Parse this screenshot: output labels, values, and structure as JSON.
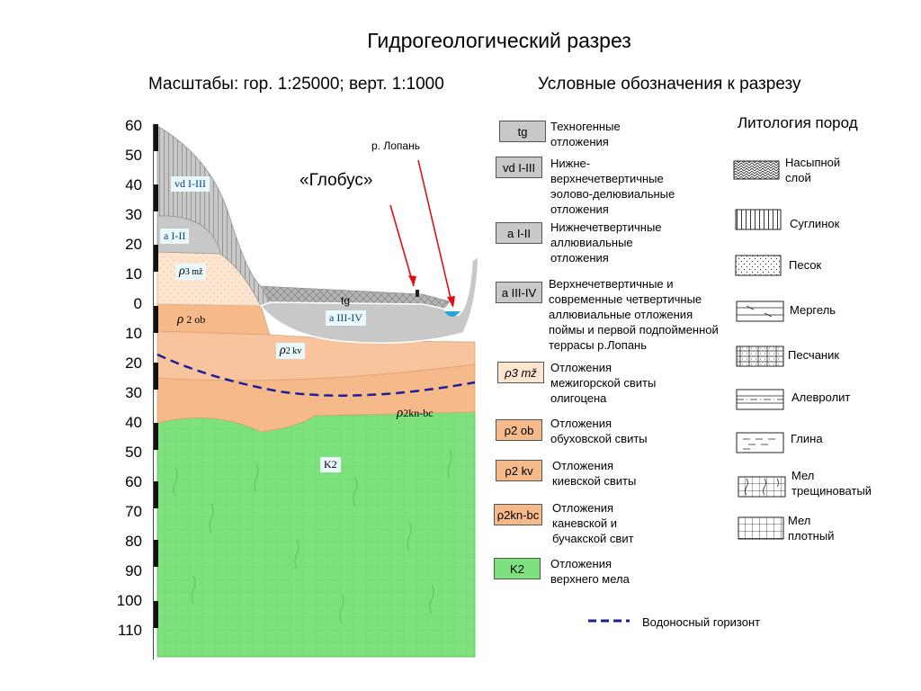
{
  "title": "Гидрогеологический  разрез",
  "scale": "Масштабы: гор. 1:25000; верт. 1:1000",
  "legend_title": "Условные обозначения к разрезу",
  "lithology_title": "Литология пород",
  "axis": {
    "ticks": [
      "60",
      "50",
      "40",
      "30",
      "20",
      "10",
      "0",
      "10",
      "20",
      "30",
      "40",
      "50",
      "60",
      "70",
      "80",
      "90",
      "100",
      "110"
    ]
  },
  "section": {
    "globus": "«Глобус»",
    "river": "р. Лопань",
    "labels": {
      "vd": "vd I-III",
      "a12": "a I-II",
      "p3mz_sym": "ρ",
      "p3mz_txt": "3 mž",
      "p2ob_sym": "ρ",
      "p2ob_txt": " 2 ob",
      "tg": "tg",
      "a34": "a III-IV",
      "p2kv_sym": "ρ",
      "p2kv_txt": "2 kv",
      "p2knbc_sym": "ρ",
      "p2knbc_txt": "2kn-bc",
      "k2": "K2"
    }
  },
  "legend": [
    {
      "code": "tg",
      "color": "#c8c8c8",
      "text": [
        "Техногенные",
        "отложения"
      ]
    },
    {
      "code": "vd I-III",
      "color": "#c8c8c8",
      "text": [
        "Нижне-",
        "верхнечетвертичные",
        "эолово-делювиальные",
        "отложения"
      ]
    },
    {
      "code": "a I-II",
      "color": "#c8c8c8",
      "text": [
        "Нижнечетвертичные",
        "аллювиальные",
        "отложения"
      ]
    },
    {
      "code": "a III-IV",
      "color": "#c8c8c8",
      "text": [
        "Верхнечетвертичные и",
        "современные четвертичные",
        "аллювиальные отложения",
        "поймы и первой подпойменной",
        "террасы  р.Лопань"
      ]
    },
    {
      "code": "ρ3 mž",
      "color": "#fde5d0",
      "text": [
        "Отложения",
        "межигорской свиты",
        "олигоцена"
      ]
    },
    {
      "code": "ρ2 ob",
      "color": "#f5b98a",
      "text": [
        "Отложения",
        "обуховской свиты"
      ]
    },
    {
      "code": "ρ2 kv",
      "color": "#f5b98a",
      "text": [
        "Отложения",
        "киевской свиты"
      ]
    },
    {
      "code": "ρ2kn-bc",
      "color": "#f5b98a",
      "text": [
        "Отложения",
        "каневской и",
        "бучакской свит"
      ]
    },
    {
      "code": "K2",
      "color": "#7de27d",
      "text": [
        "Отложения",
        "верхнего мела"
      ]
    }
  ],
  "aquifer_legend": "Водоносный горизонт",
  "lithology": [
    {
      "name": [
        "Насыпной",
        "слой"
      ],
      "pattern": "fill-icon"
    },
    {
      "name": [
        "Суглинок"
      ],
      "pattern": "loam-icon"
    },
    {
      "name": [
        "Песок"
      ],
      "pattern": "sand-icon"
    },
    {
      "name": [
        "Мергель"
      ],
      "pattern": "marl-icon"
    },
    {
      "name": [
        "Песчаник"
      ],
      "pattern": "sandstone-icon"
    },
    {
      "name": [
        "Алевролит"
      ],
      "pattern": "siltstone-icon"
    },
    {
      "name": [
        "Глина"
      ],
      "pattern": "clay-icon"
    },
    {
      "name": [
        "Мел",
        "трещиноватый"
      ],
      "pattern": "fractured-chalk-icon"
    },
    {
      "name": [
        "Мел",
        "плотный"
      ],
      "pattern": "dense-chalk-icon"
    }
  ],
  "colors": {
    "quaternary_grey": "#c8c8c8",
    "paleogene_light": "#fde5d0",
    "paleogene_orange": "#f5b98a",
    "cretaceous_green": "#7de27d",
    "aquifer_line": "#1e1e9a",
    "arrow": "#e01010",
    "water": "#29a3e0"
  }
}
